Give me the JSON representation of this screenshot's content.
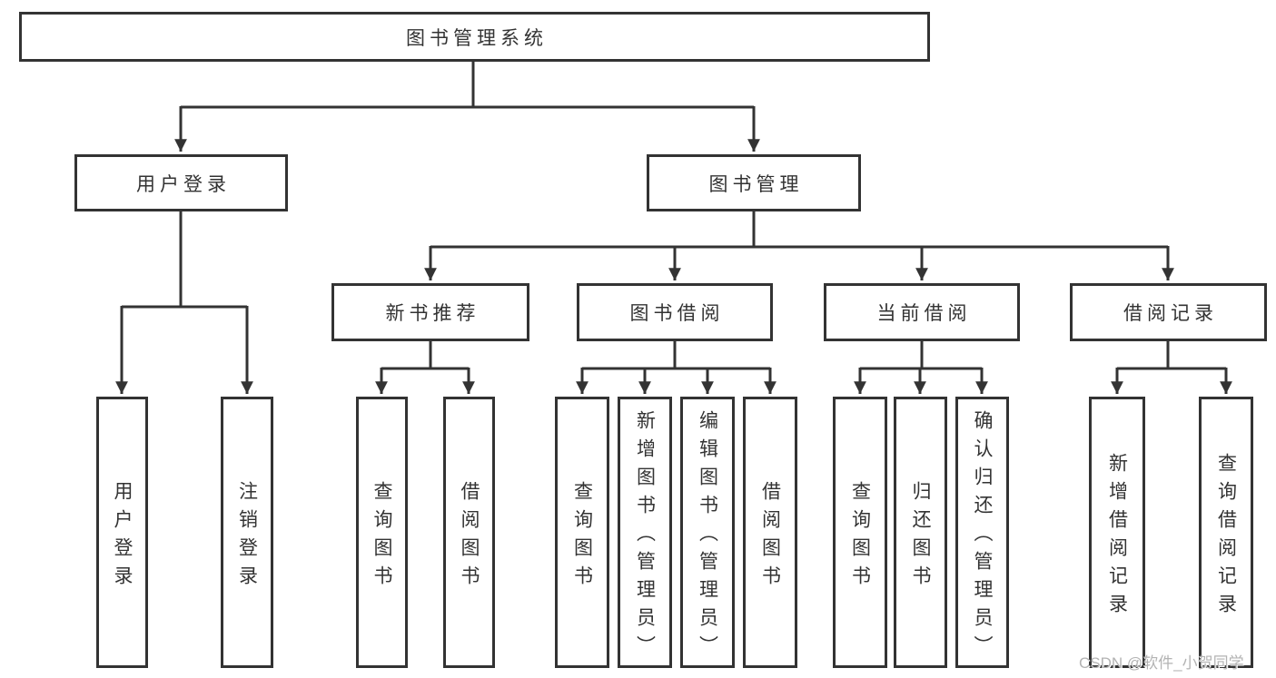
{
  "diagram": {
    "root": {
      "label": "图书管理系统",
      "children": [
        {
          "label": "用户登录",
          "children": [
            {
              "label": "用户登录"
            },
            {
              "label": "注销登录"
            }
          ]
        },
        {
          "label": "图书管理",
          "children": [
            {
              "label": "新书推荐",
              "children": [
                {
                  "label": "查询图书"
                },
                {
                  "label": "借阅图书"
                }
              ]
            },
            {
              "label": "图书借阅",
              "children": [
                {
                  "label": "查询图书"
                },
                {
                  "label": "新增图书（管理员）"
                },
                {
                  "label": "编辑图书（管理员）"
                },
                {
                  "label": "借阅图书"
                }
              ]
            },
            {
              "label": "当前借阅",
              "children": [
                {
                  "label": "查询图书"
                },
                {
                  "label": "归还图书"
                },
                {
                  "label": "确认归还（管理员）"
                }
              ]
            },
            {
              "label": "借阅记录",
              "children": [
                {
                  "label": "新增借阅记录"
                },
                {
                  "label": "查询借阅记录"
                }
              ]
            }
          ]
        }
      ]
    },
    "watermark": "CSDN @软件_小贺同学",
    "colors": {
      "line": "#333333",
      "box_border": "#333333",
      "text": "#333333",
      "background": "#ffffff",
      "watermark": "#b3b3b3"
    }
  }
}
